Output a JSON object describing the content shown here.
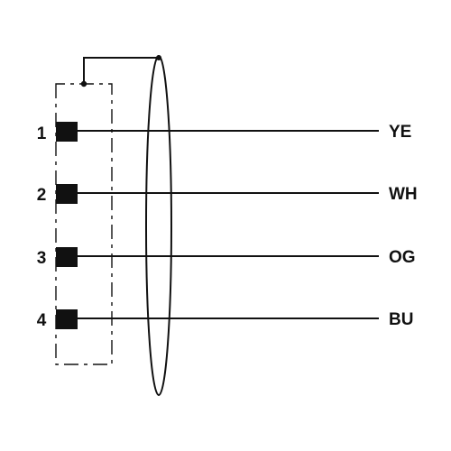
{
  "diagram": {
    "pins": [
      {
        "number": "1",
        "color_code": "YE"
      },
      {
        "number": "2",
        "color_code": "WH"
      },
      {
        "number": "3",
        "color_code": "OG"
      },
      {
        "number": "4",
        "color_code": "BU"
      }
    ],
    "line_color": "#111111"
  }
}
